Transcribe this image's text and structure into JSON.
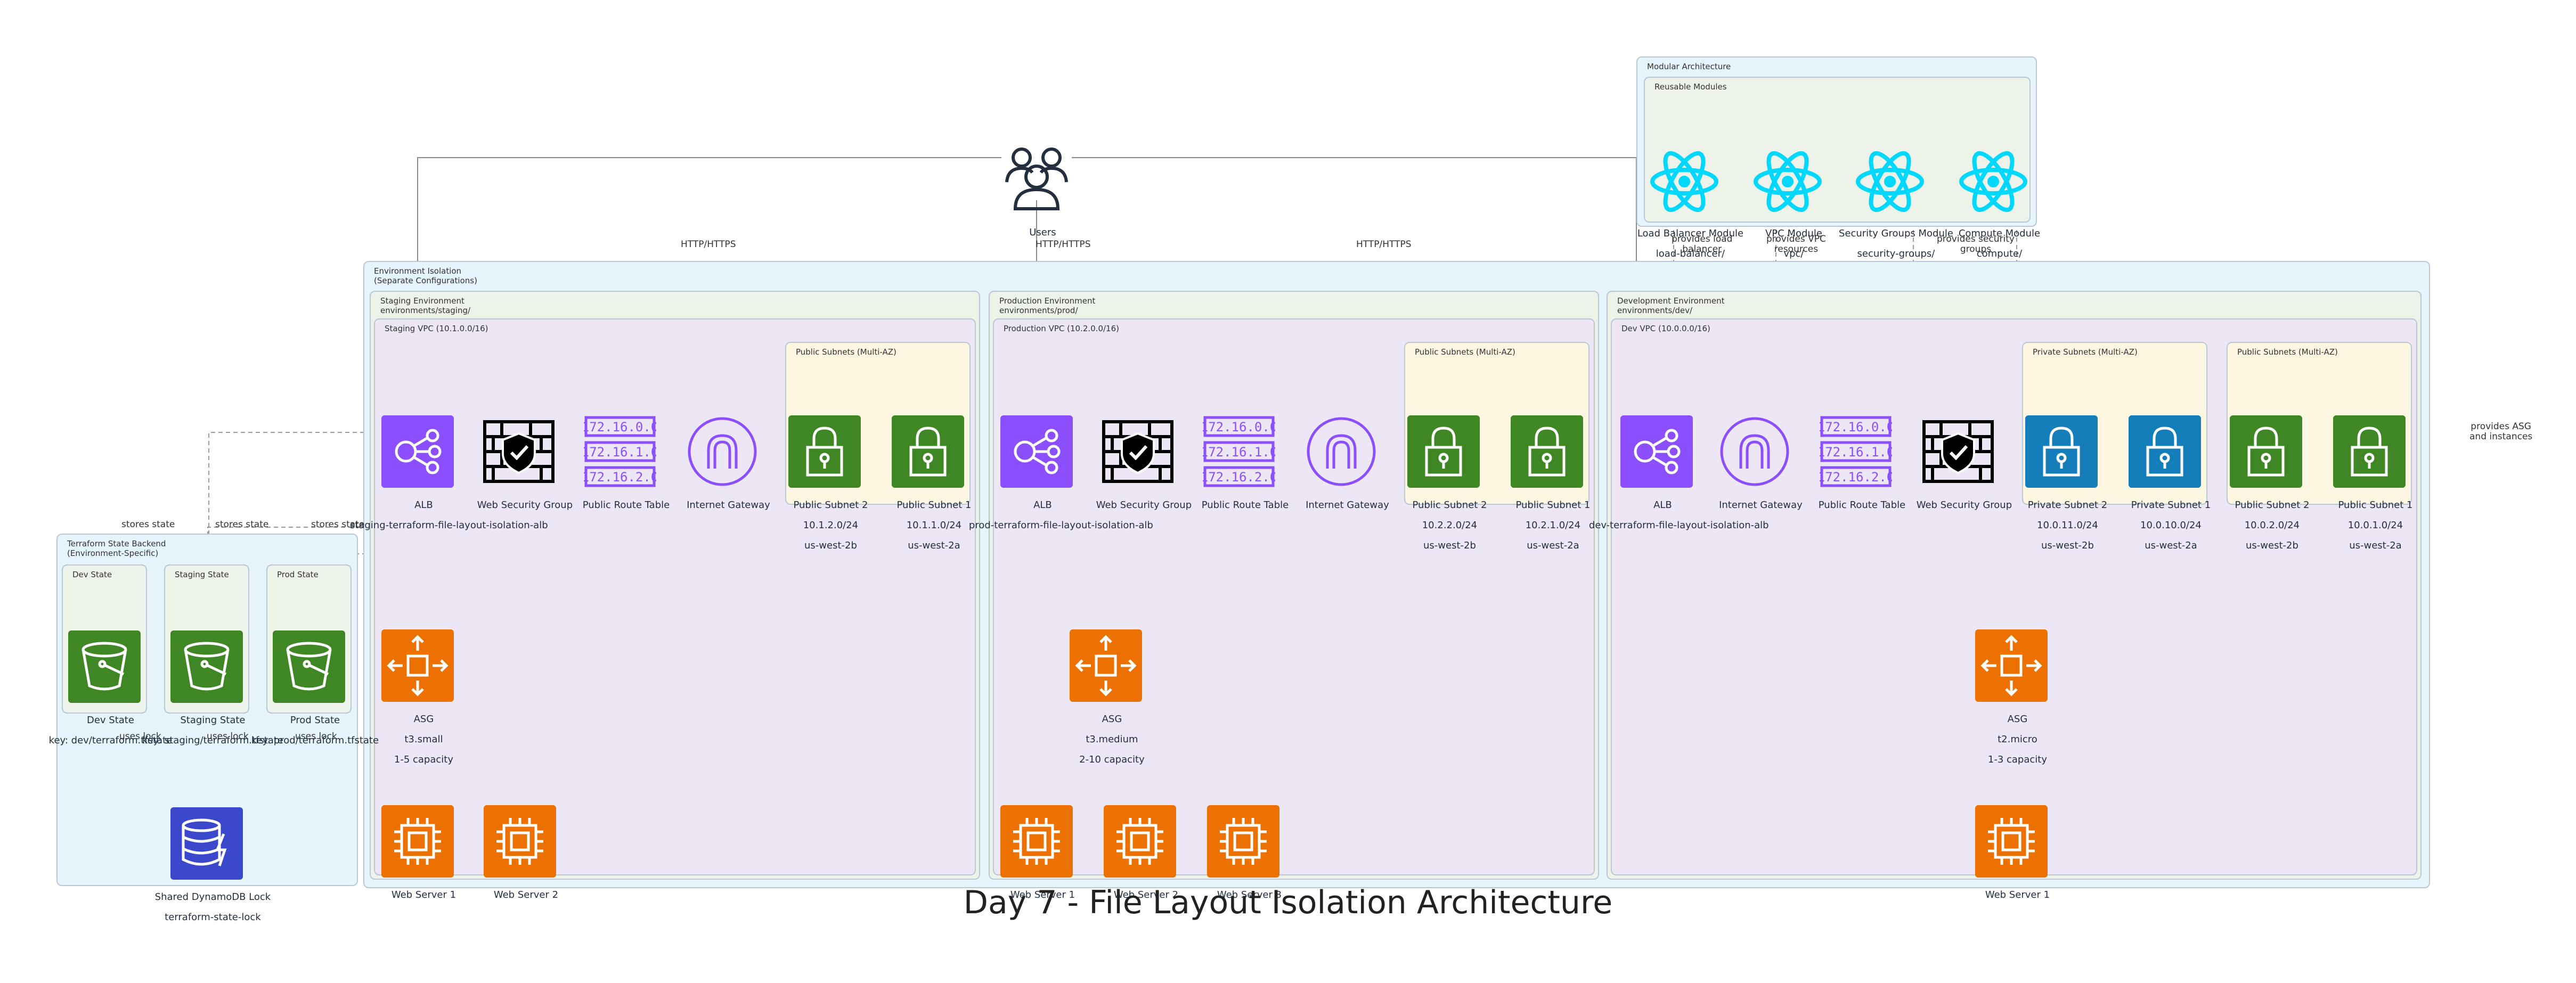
{
  "title": "Day 7 - File Layout Isolation Architecture",
  "users": {
    "label": "Users"
  },
  "modular": {
    "label": "Modular Architecture",
    "reusable_label": "Reusable Modules",
    "modules": [
      {
        "name": "Load Balancer Module",
        "path": "load-balancer/"
      },
      {
        "name": "VPC Module",
        "path": "vpc/"
      },
      {
        "name": "Security Groups Module",
        "path": "security-groups/"
      },
      {
        "name": "Compute Module",
        "path": "compute/"
      }
    ]
  },
  "isolation": {
    "label": "Environment Isolation\n(Separate Configurations)"
  },
  "staging": {
    "env_label": "Staging Environment\nenvironments/staging/",
    "vpc_label": "Staging VPC (10.1.0.0/16)",
    "subnets_label": "Public Subnets (Multi-AZ)",
    "alb": {
      "name": "ALB",
      "detail": "staging-terraform-file-layout-isolation-alb"
    },
    "web_sg": "Web Security Group",
    "route_table": "Public Route Table",
    "igw": "Internet Gateway",
    "subnet2": {
      "name": "Public Subnet 2",
      "cidr": "10.1.2.0/24",
      "az": "us-west-2b"
    },
    "subnet1": {
      "name": "Public Subnet 1",
      "cidr": "10.1.1.0/24",
      "az": "us-west-2a"
    },
    "asg": {
      "name": "ASG",
      "type": "t3.small",
      "capacity": "1-5 capacity"
    },
    "servers": [
      "Web Server 1",
      "Web Server 2"
    ]
  },
  "production": {
    "env_label": "Production Environment\nenvironments/prod/",
    "vpc_label": "Production VPC (10.2.0.0/16)",
    "subnets_label": "Public Subnets (Multi-AZ)",
    "alb": {
      "name": "ALB",
      "detail": "prod-terraform-file-layout-isolation-alb"
    },
    "web_sg": "Web Security Group",
    "route_table": "Public Route Table",
    "igw": "Internet Gateway",
    "subnet2": {
      "name": "Public Subnet 2",
      "cidr": "10.2.2.0/24",
      "az": "us-west-2b"
    },
    "subnet1": {
      "name": "Public Subnet 1",
      "cidr": "10.2.1.0/24",
      "az": "us-west-2a"
    },
    "asg": {
      "name": "ASG",
      "type": "t3.medium",
      "capacity": "2-10 capacity"
    },
    "servers": [
      "Web Server 1",
      "Web Server 2",
      "Web Server 3"
    ]
  },
  "development": {
    "env_label": "Development Environment\nenvironments/dev/",
    "vpc_label": "Dev VPC (10.0.0.0/16)",
    "private_label": "Private Subnets (Multi-AZ)",
    "public_label": "Public Subnets (Multi-AZ)",
    "alb": {
      "name": "ALB",
      "detail": "dev-terraform-file-layout-isolation-alb"
    },
    "igw": "Internet Gateway",
    "route_table": "Public Route Table",
    "web_sg": "Web Security Group",
    "priv2": {
      "name": "Private Subnet 2",
      "cidr": "10.0.11.0/24",
      "az": "us-west-2b"
    },
    "priv1": {
      "name": "Private Subnet 1",
      "cidr": "10.0.10.0/24",
      "az": "us-west-2a"
    },
    "pub2": {
      "name": "Public Subnet 2",
      "cidr": "10.0.2.0/24",
      "az": "us-west-2b"
    },
    "pub1": {
      "name": "Public Subnet 1",
      "cidr": "10.0.1.0/24",
      "az": "us-west-2a"
    },
    "asg": {
      "name": "ASG",
      "type": "t2.micro",
      "capacity": "1-3 capacity"
    },
    "servers": [
      "Web Server 1"
    ]
  },
  "backend": {
    "label": "Terraform State Backend\n(Environment-Specific)",
    "dev": {
      "group": "Dev State",
      "name": "Dev State",
      "key": "key: dev/terraform.tfstate"
    },
    "staging": {
      "group": "Staging State",
      "name": "Staging State",
      "key": "key: staging/terraform.tfstate"
    },
    "prod": {
      "group": "Prod State",
      "name": "Prod State",
      "key": "key: prod/terraform.tfstate"
    },
    "lock": {
      "name": "Shared DynamoDB Lock",
      "table": "terraform-state-lock"
    }
  },
  "edge_labels": {
    "http": "HTTP/HTTPS",
    "stores_state": "stores state",
    "uses_lock": "uses lock",
    "provides_lb": "provides load\nbalancer",
    "provides_vpc": "provides VPC\nresources",
    "provides_sg": "provides security\ngroups",
    "provides_asg": "provides ASG\nand instances"
  },
  "colors": {
    "networking": "#8C4FFF",
    "security": "#DD344C",
    "storage_green": "#3F8624",
    "compute": "#ED7100",
    "database": "#3B48CC",
    "react": "#00D8FF",
    "private_subnet": "#147EBA",
    "box_blue": "#e6f4fb",
    "box_green": "#edf3e8",
    "box_purple": "#ece6f5",
    "box_yellow": "#fdf6e0"
  }
}
